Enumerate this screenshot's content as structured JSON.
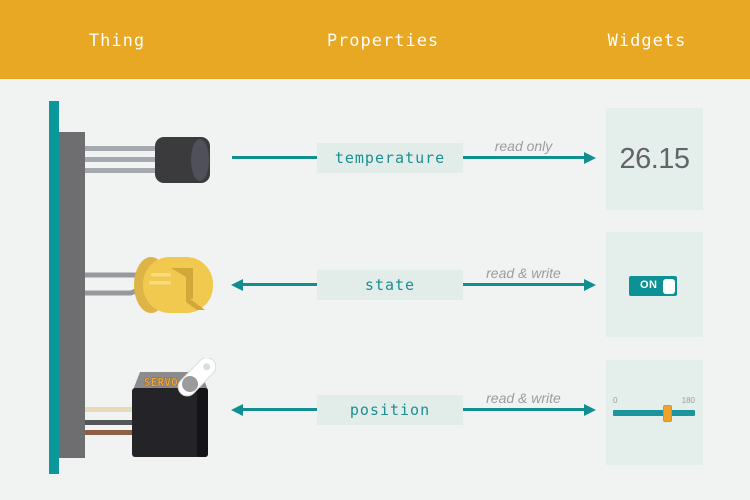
{
  "header": {
    "titles": [
      "Thing",
      "Properties",
      "Widgets"
    ]
  },
  "thing": {
    "servo_label": "SERVO",
    "components": [
      "temperature-sensor",
      "led",
      "servo-motor"
    ]
  },
  "rows": [
    {
      "property": "temperature",
      "access": "read only",
      "direction": "thing-to-widget",
      "widget": {
        "type": "value",
        "value": "26.15"
      }
    },
    {
      "property": "state",
      "access": "read & write",
      "direction": "bidirectional",
      "widget": {
        "type": "toggle",
        "state": "ON"
      }
    },
    {
      "property": "position",
      "access": "read & write",
      "direction": "bidirectional",
      "widget": {
        "type": "slider",
        "min": "0",
        "max": "180",
        "percent": 67
      }
    }
  ],
  "colors": {
    "header_bg": "#E9A824",
    "teal_arrow": "#108E90",
    "teal_rail": "#0A989B",
    "property_box_bg": "#E2EDEA",
    "widget_box_bg": "#E4EEEB",
    "slider_handle_orange": "#F2A12B",
    "background": "#F1F2F2"
  }
}
